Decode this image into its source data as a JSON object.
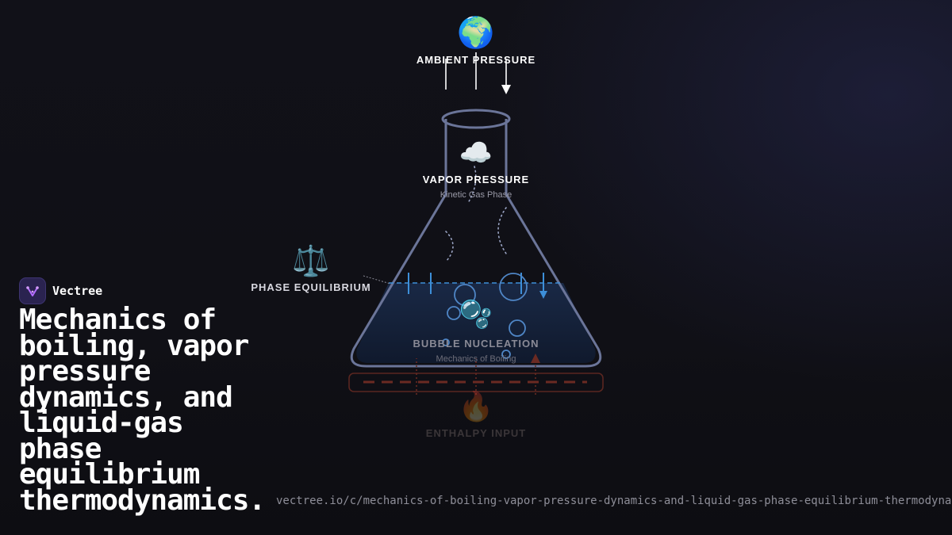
{
  "brand": {
    "name": "Vectree",
    "accent": "#b36cff",
    "logo_bg": "#2a2350"
  },
  "headline": "Mechanics of boiling, vapor pressure dynamics, and liquid-gas phase equilibrium thermodynamics.",
  "url": "vectree.io/c/mechanics-of-boiling-vapor-pressure-dynamics-and-liquid-gas-phase-equilibrium-thermodynamics",
  "diagram": {
    "ambient": {
      "icon": "🌍",
      "label": "AMBIENT PRESSURE"
    },
    "vapor": {
      "icon": "☁️",
      "label": "VAPOR PRESSURE",
      "sublabel": "Kinetic Gas Phase"
    },
    "equilibrium": {
      "icon": "⚖️",
      "label": "PHASE EQUILIBRIUM"
    },
    "nucleation": {
      "icon": "🫧",
      "label": "BUBBLE NUCLEATION",
      "sublabel": "Mechanics of Boiling"
    },
    "enthalpy": {
      "icon": "🔥",
      "label": "ENTHALPY INPUT"
    },
    "colors": {
      "flask_outline": "#6b7599",
      "liquid_fill": "#16233c",
      "liquid_line": "#3d8fd9",
      "heater": "#6b2a22"
    }
  }
}
